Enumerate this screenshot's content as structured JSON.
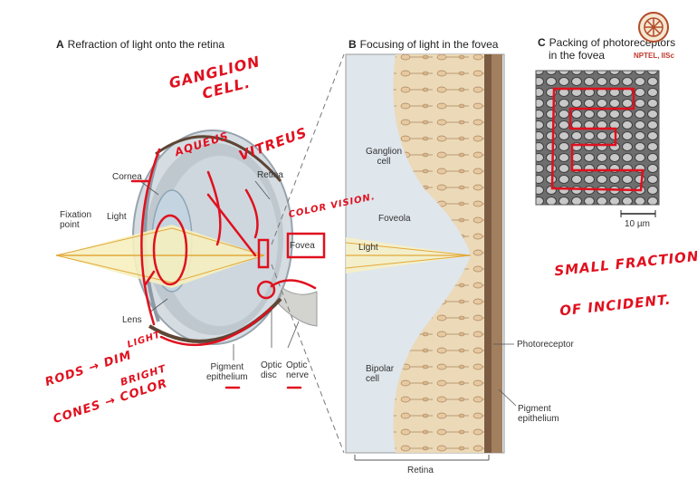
{
  "panels": {
    "a": {
      "letter": "A",
      "title": "Refraction of light onto the retina"
    },
    "b": {
      "letter": "B",
      "title": "Focusing of light in the fovea"
    },
    "c": {
      "letter": "C",
      "title_line1": "Packing of photoreceptors",
      "title_line2": "in the fovea"
    }
  },
  "eye_labels": {
    "fixation": "Fixation\npoint",
    "light": "Light",
    "cornea": "Cornea",
    "retina": "Retina",
    "fovea": "Fovea",
    "lens": "Lens",
    "pigment": "Pigment\nepithelium",
    "optic_disc": "Optic\ndisc",
    "optic_nerve": "Optic\nnerve"
  },
  "fovea_labels": {
    "ganglion": "Ganglion\ncell",
    "foveola": "Foveola",
    "light": "Light",
    "bipolar": "Bipolar\ncell",
    "photoreceptor": "Photoreceptor",
    "pigment": "Pigment\nepithelium",
    "retina": "Retina"
  },
  "scale_bar": "10 µm",
  "logo": {
    "text": "NPTEL, IISc"
  },
  "annotations": {
    "ganglion_cell": "GANGLION\n     CELL.",
    "aqueous": "AQUEUS",
    "vitreous": "VITREUS",
    "color_vision": "COLOR VISION.",
    "rods": "RODS → DIM",
    "rods_light": "LIGHT",
    "cones": "CONES → COLOR",
    "bright": "BRIGHT",
    "small_fraction": "SMALL FRACTION",
    "incident": "OF INCIDENT."
  },
  "colors": {
    "annotation": "#e0101e",
    "lens": "#c9d9e4",
    "bg_light": "#f4f0d8"
  }
}
